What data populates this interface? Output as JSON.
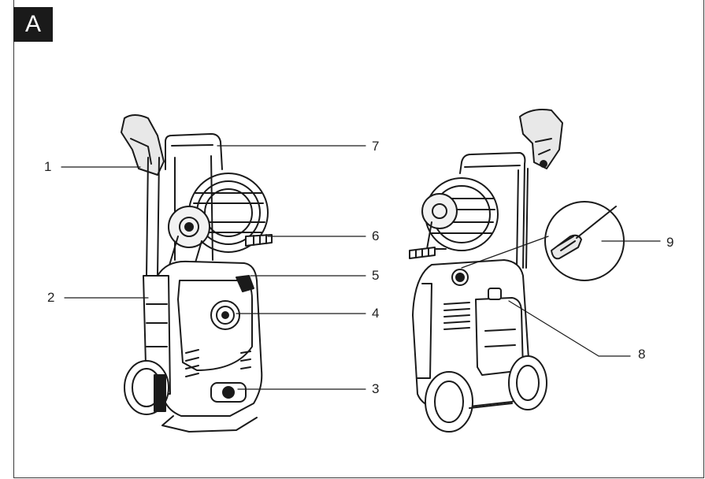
{
  "figure": {
    "panel_label": "A",
    "callouts": [
      "1",
      "2",
      "3",
      "4",
      "5",
      "6",
      "7",
      "8",
      "9"
    ]
  }
}
